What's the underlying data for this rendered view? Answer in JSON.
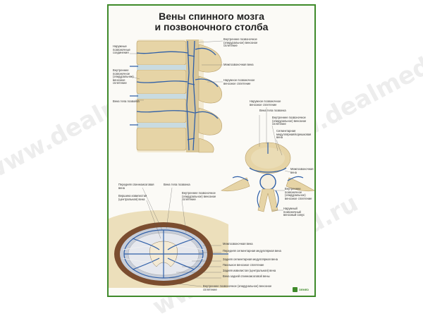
{
  "poster": {
    "title_line1": "Вены спинного мозга",
    "title_line2": "и позвоночного столба",
    "logo_text": "DEMED"
  },
  "watermark": "www.dealmed.ru",
  "labels": {
    "outer_plexus_connections": "Наружные\nпозвоночные\nсоединения",
    "internal_plexus_left": "Внутреннее\nпозвоночное\n(эпидуральное)\nвенозное\nсплетение",
    "vertebral_body_vein": "Вена тела позвонка",
    "internal_plexus_top": "Внутреннее позвоночное\n(эпидуральное) венозное\nсплетение",
    "intervertebral_vein_top": "Межпозвоночная вена",
    "external_plexus_top": "Наружное позвоночное\nвенозное сплетение",
    "external_plexus_mid": "Наружное позвоночное\nвенозное сплетение",
    "vertebral_body_vein_mid": "Вена тела позвонка",
    "internal_plexus_mid": "Внутреннее позвоночное\n(эпидуральное) венозное\nсплетение",
    "segmental_medullary_vein": "Сегментарная\nмедуллярная/корешковая\nвена",
    "intervertebral_vein_mid": "Межпозвоночная\nвена",
    "internal_plexus_low": "Внутреннее позвоночное\n(эпидуральное)\nвенозное сплетение",
    "external_sinus": "Наружный позвоночный\nвенозный синус",
    "anterior_spinal_vein": "Передняя спинномозговая\nвена",
    "vertebral_body_vein_bottom": "Вена тела позвонка",
    "anterior_sulcal_vein": "Вершина извилистая\n(центральная) вена",
    "internal_plexus_bottom": "Внутреннее позвоночное\n(эпидуральное) венозное\nсплетение",
    "intervertebral_vein_bottom": "Межпозвоночная вена",
    "anterior_segmental_vein": "Передняя сегментарная медуллярная вена",
    "posterior_segmental_vein": "Задняя сегментарная медуллярная вена",
    "pial_plexus": "Пиальное венозное сплетение",
    "posterior_central_vein": "Задняя извилистая (центральная) вена",
    "posterior_spinal_vein": "Вена задней спинномозговой вены",
    "internal_plexus_footer": "Внутреннее позвоночное (эпидуральное) венозное\nсплетение"
  },
  "colors": {
    "frame": "#3f8a2a",
    "vein": "#2f5fa8",
    "bone": "#e6d4a6",
    "disc": "#c9dbe0"
  }
}
